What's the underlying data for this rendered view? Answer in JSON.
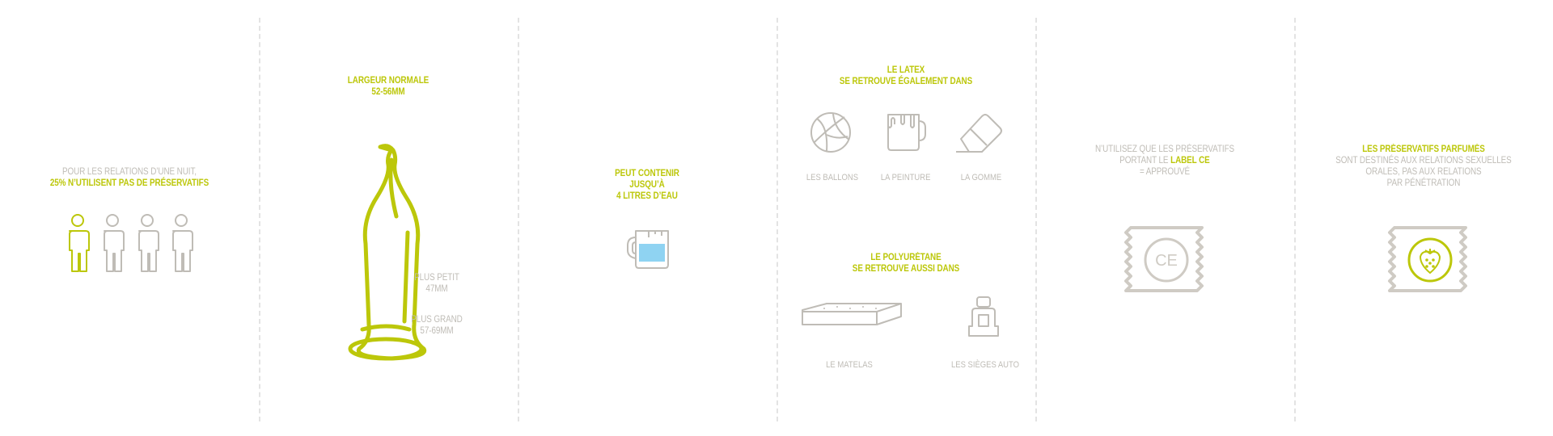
{
  "colors": {
    "accent": "#bcc70a",
    "muted": "#bfbcb6",
    "water": "#8fd3f2",
    "divider": "#e3e3e3"
  },
  "panel1": {
    "line1": "POUR LES RELATIONS D’UNE NUIT,",
    "line2": "25% N’UTILISENT PAS DE PRÉSERVATIFS",
    "people_total": 4,
    "people_highlighted": 1
  },
  "panel2": {
    "title_line1": "LARGEUR NORMALE",
    "title_line2": "52-56MM",
    "small_line1": "PLUS PETIT",
    "small_line2": "47MM",
    "large_line1": "PLUS GRAND",
    "large_line2": "57-69MM"
  },
  "panel3": {
    "line1": "PEUT CONTENIR",
    "line2": "JUSQU’À",
    "line3": "4 LITRES D’EAU"
  },
  "panel4": {
    "latex_line1": "LE LATEX",
    "latex_line2": "SE RETROUVE ÉGALEMENT DANS",
    "latex_items": [
      "LES BALLONS",
      "LA PEINTURE",
      "LA GOMME"
    ],
    "pu_line1": "LE POLYURÉTANE",
    "pu_line2": "SE RETROUVE AUSSI DANS",
    "pu_items": [
      "LE MATELAS",
      "LES SIÈGES AUTO"
    ]
  },
  "panel5": {
    "line1": "N’UTILISEZ QUE LES PRÉSERVATIFS",
    "line2_a": "PORTANT LE ",
    "line2_b": "LABEL CE",
    "line3": "= APPROUVÉ",
    "badge": "CE"
  },
  "panel6": {
    "line1": "LES PRÉSERVATIFS PARFUMÉS",
    "line2": "SONT DESTINÉS AUX RELATIONS SEXUELLES",
    "line3": "ORALES, PAS AUX RELATIONS",
    "line4": "PAR PÉNÉTRATION",
    "icon": "strawberry-icon"
  }
}
